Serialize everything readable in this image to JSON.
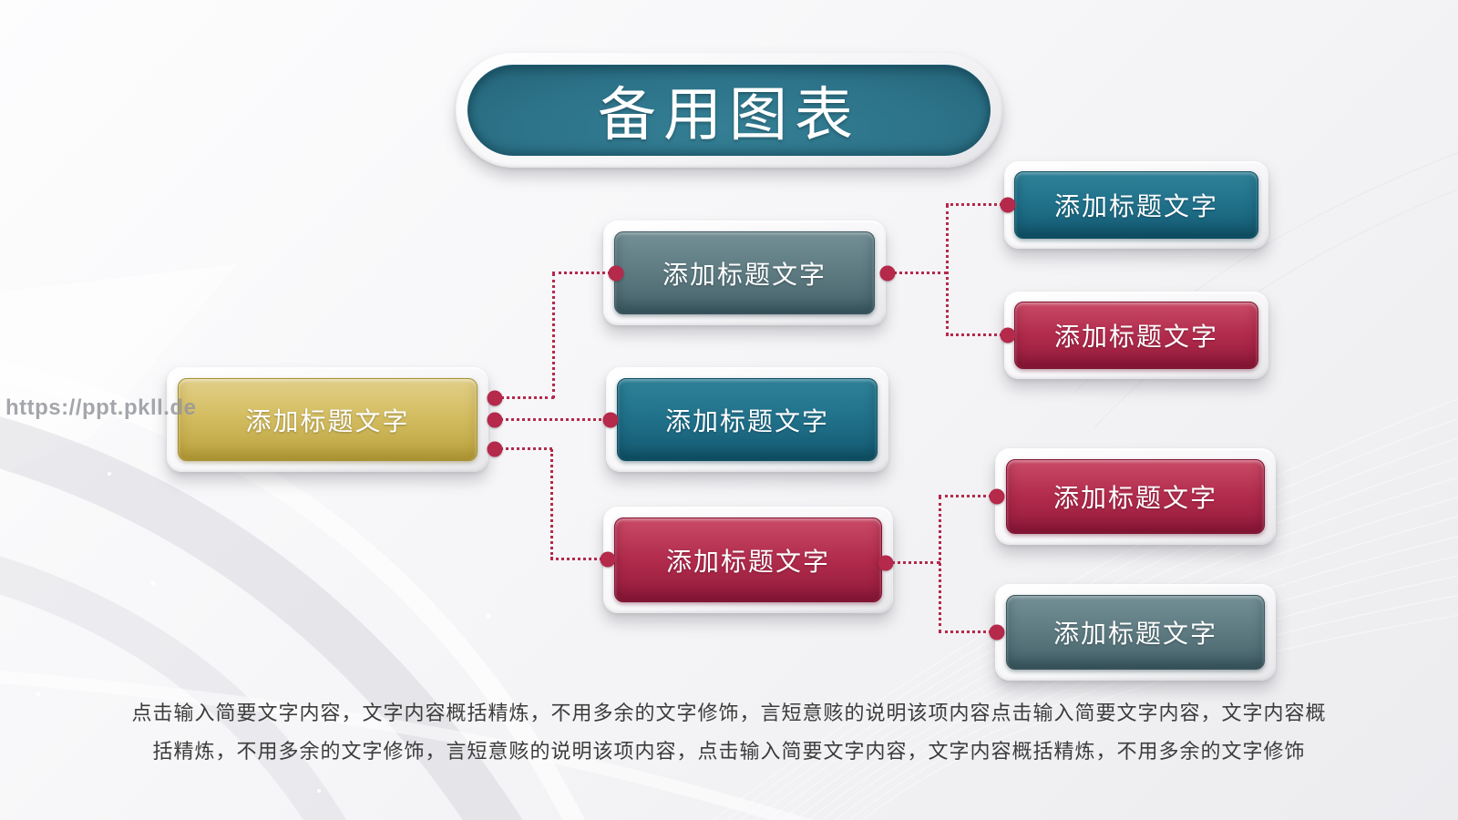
{
  "slide": {
    "title": "备用图表",
    "watermark": "https://ppt.pkll.de",
    "description_line1": "点击输入简要文字内容，文字内容概括精炼，不用多余的文字修饰，言短意赅的说明该项内容点击输入简要文字内容，文字内容概",
    "description_line2": "括精炼，不用多余的文字修饰，言短意赅的说明该项内容，点击输入简要文字内容，文字内容概括精炼，不用多余的文字修饰"
  },
  "nodes": {
    "root": {
      "label": "添加标题文字",
      "variant": "gold",
      "color": "#c9b254"
    },
    "mid_top": {
      "label": "添加标题文字",
      "variant": "slate",
      "color": "#5d7a81"
    },
    "mid_center": {
      "label": "添加标题文字",
      "variant": "teal",
      "color": "#20708a"
    },
    "mid_bottom": {
      "label": "添加标题文字",
      "variant": "crimson",
      "color": "#b12b4c"
    },
    "right_top": {
      "label": "添加标题文字",
      "variant": "teal",
      "color": "#20708a"
    },
    "right_upper": {
      "label": "添加标题文字",
      "variant": "crimson",
      "color": "#b12b4c"
    },
    "right_lower": {
      "label": "添加标题文字",
      "variant": "crimson",
      "color": "#b12b4c"
    },
    "right_bottom": {
      "label": "添加标题文字",
      "variant": "slate",
      "color": "#5d7a81"
    }
  },
  "theme": {
    "title_fill": "#2d7389",
    "connector_color": "#b5294b",
    "frame_color": "#f5f5f7",
    "background": "#f2f2f4",
    "node_text_color": "#ffffff",
    "paragraph_color": "#3c3c3c",
    "watermark_color": "#94979c"
  }
}
